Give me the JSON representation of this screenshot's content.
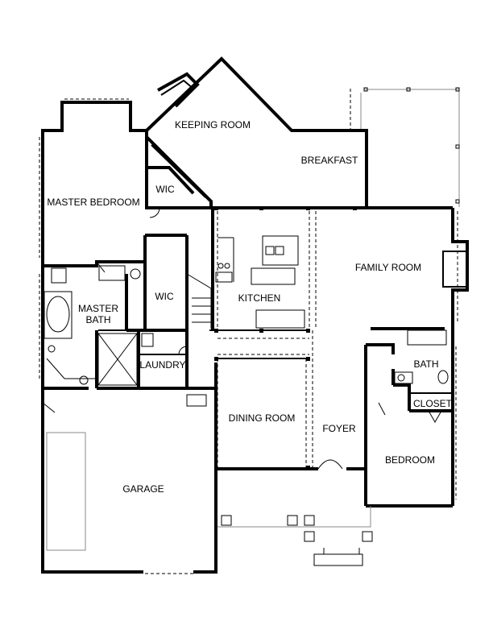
{
  "plan": {
    "rooms": {
      "keeping_room": "KEEPING ROOM",
      "breakfast": "BREAKFAST",
      "master_bedroom": "MASTER BEDROOM",
      "wic_upper": "WIC",
      "wic_lower": "WIC",
      "master_bath_line1": "MASTER",
      "master_bath_line2": "BATH",
      "kitchen": "KITCHEN",
      "family_room": "FAMILY ROOM",
      "laundry": "LAUNDRY",
      "bath": "BATH",
      "closet": "CLOSET",
      "dining_room": "DINING ROOM",
      "foyer": "FOYER",
      "bedroom": "BEDROOM",
      "garage": "GARAGE"
    }
  }
}
